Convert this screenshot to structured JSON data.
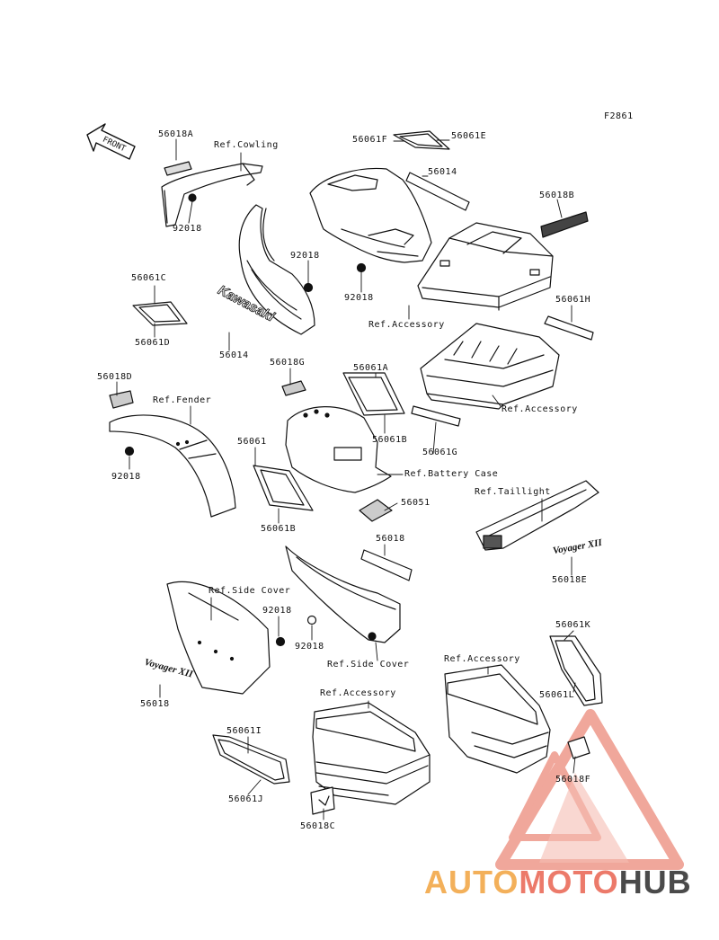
{
  "figure_code": "F2861",
  "front_label": "FRONT",
  "labels": {
    "p56018A": "56018A",
    "ref_cowling": "Ref.Cowling",
    "p92018_a": "92018",
    "p56061F": "56061F",
    "p56061E": "56061E",
    "p56014_top": "56014",
    "p56018B": "56018B",
    "p92018_b": "92018",
    "p92018_c": "92018",
    "p56061C": "56061C",
    "p56061D": "56061D",
    "p56014_mid": "56014",
    "ref_accessory_1": "Ref.Accessory",
    "p56061H": "56061H",
    "p56018D": "56018D",
    "ref_fender": "Ref.Fender",
    "p56018G": "56018G",
    "p56061A": "56061A",
    "ref_accessory_2": "Ref.Accessory",
    "p92018_d": "92018",
    "p56061": "56061",
    "p56061B_a": "56061B",
    "p56061G": "56061G",
    "ref_battery_case": "Ref.Battery Case",
    "p56061B_b": "56061B",
    "p56051": "56051",
    "ref_taillight": "Ref.Taillight",
    "p56018": "56018",
    "p56018E": "56018E",
    "ref_side_cover_l": "Ref.Side Cover",
    "p92018_e": "92018",
    "p92018_f": "92018",
    "ref_side_cover_r": "Ref.Side Cover",
    "p56018_side": "56018",
    "ref_accessory_3": "Ref.Accessory",
    "ref_accessory_4": "Ref.Accessory",
    "p56061K": "56061K",
    "p56061L": "56061L",
    "p56061I": "56061I",
    "p56061J": "56061J",
    "p56018C": "56018C",
    "p56018F": "56018F"
  },
  "decals": {
    "kawasaki": "Kawasaki",
    "voyager": "Voyager XII"
  },
  "watermark": {
    "part1": "AUTO",
    "part2": "MOTO",
    "part3": "HUB"
  },
  "colors": {
    "line": "#111111",
    "watermark_orange": "#f3b05a",
    "watermark_red": "#ec7a6a",
    "watermark_dark": "#4a4a4a"
  }
}
